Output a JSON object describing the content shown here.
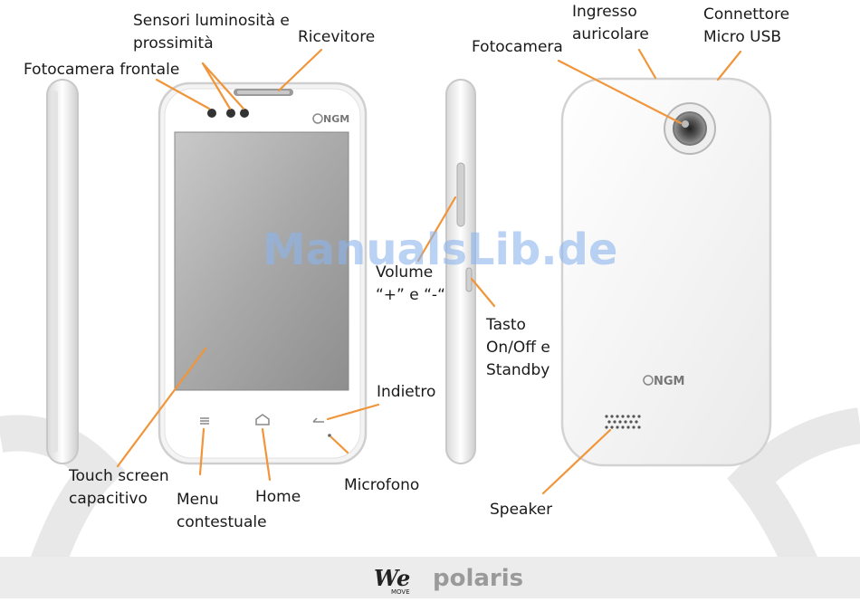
{
  "labels": {
    "sensors_line1": "Sensori luminosità e",
    "sensors_line2": "prossimità",
    "receiver": "Ricevitore",
    "front_camera": "Fotocamera frontale",
    "rear_camera": "Fotocamera",
    "headphone_line1": "Ingresso",
    "headphone_line2": "auricolare",
    "usb_line1": "Connettore",
    "usb_line2": "Micro USB",
    "volume_line1": "Volume",
    "volume_line2": "“+” e “-“",
    "power_line1": "Tasto",
    "power_line2": "On/Off e",
    "power_line3": "Standby",
    "back": "Indietro",
    "touch_line1": "Touch screen",
    "touch_line2": "capacitivo",
    "menu_line1": "Menu",
    "menu_line2": "contestuale",
    "home": "Home",
    "microphone": "Microfono",
    "speaker": "Speaker"
  },
  "phone_logo_front": "NGM",
  "phone_logo_back": "NGM",
  "watermark": "ManualsLib.de",
  "footer": {
    "brand_we": "We",
    "brand_move": "MOVE",
    "brand_polaris": "polaris"
  },
  "colors": {
    "callout": "#f0953a",
    "label": "#1a1a1a",
    "watermark": "#8cb4eb"
  }
}
